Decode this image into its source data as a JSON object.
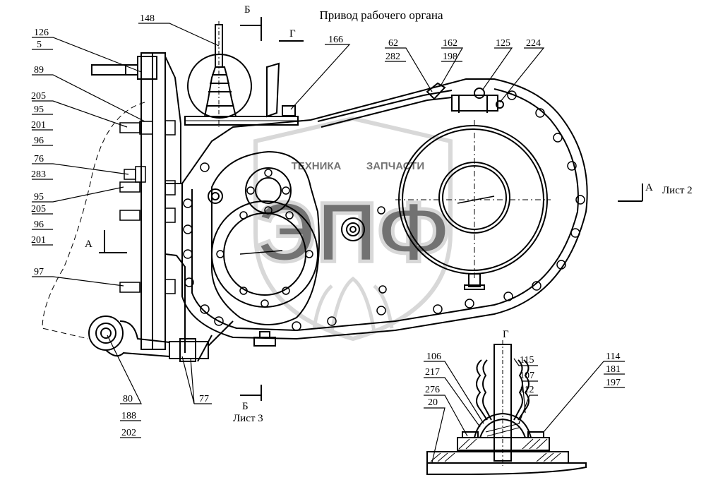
{
  "title": "Привод рабочего органа",
  "section_marks": {
    "b_top": "Б",
    "g_top": "Г",
    "a_left": "А",
    "a_right": "А",
    "a_right_sheet": "Лист 2",
    "b_bottom": "Б",
    "b_bottom_sheet": "Лист 3",
    "g_detail": "Г"
  },
  "watermark": {
    "line1": "ТЕХНИКА",
    "line2": "ЗАПЧАСТИ",
    "letters": "ЭПФ"
  },
  "callouts": {
    "c126": "126",
    "c5": "5",
    "c89": "89",
    "c205a": "205",
    "c95a": "95",
    "c201a": "201",
    "c96a": "96",
    "c76": "76",
    "c283": "283",
    "c95b": "95",
    "c205b": "205",
    "c96b": "96",
    "c201b": "201",
    "c97": "97",
    "c80": "80",
    "c188": "188",
    "c202": "202",
    "c77": "77",
    "c148": "148",
    "c166": "166",
    "c62": "62",
    "c282": "282",
    "c162": "162",
    "c198": "198",
    "c125": "125",
    "c224": "224",
    "c106": "106",
    "c217": "217",
    "c276": "276",
    "c20": "20",
    "c115": "115",
    "c107": "107",
    "c112": "112",
    "c114": "114",
    "c181": "181",
    "c197": "197"
  },
  "colors": {
    "ink": "#000000",
    "watermark": "#b9b9b9"
  }
}
